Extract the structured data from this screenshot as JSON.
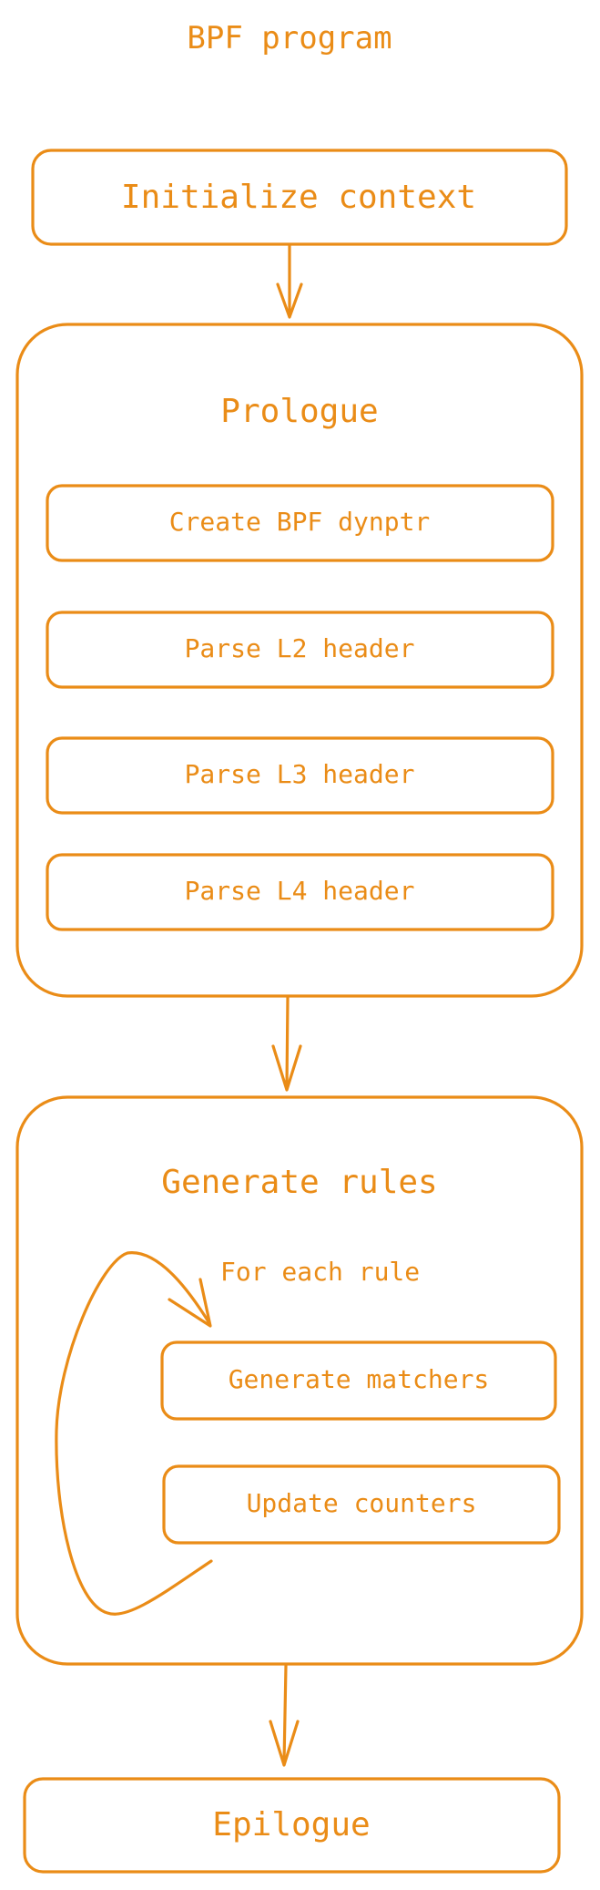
{
  "title": "BPF program",
  "init": "Initialize context",
  "prologue": {
    "label": "Prologue",
    "steps": [
      "Create BPF dynptr",
      "Parse L2 header",
      "Parse L3 header",
      "Parse L4 header"
    ]
  },
  "rules": {
    "label": "Generate rules",
    "loop_label": "For each rule",
    "steps": [
      "Generate matchers",
      "Update counters"
    ]
  },
  "epilogue": "Epilogue",
  "colors": {
    "stroke": "#ea8c17",
    "text": "#ea8c17",
    "background": "#ffffff"
  }
}
